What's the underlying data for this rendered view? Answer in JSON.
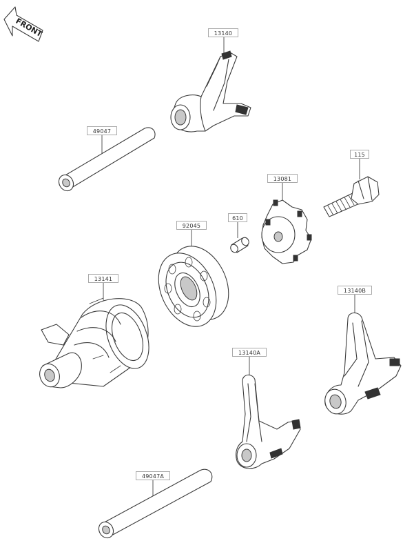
{
  "front_badge": {
    "text": "FRONT"
  },
  "parts": [
    {
      "id": "p13140",
      "number": "13140"
    },
    {
      "id": "p49047",
      "number": "49047"
    },
    {
      "id": "p115",
      "number": "115"
    },
    {
      "id": "p13081",
      "number": "13081"
    },
    {
      "id": "p610",
      "number": "610"
    },
    {
      "id": "p92045",
      "number": "92045"
    },
    {
      "id": "p13141",
      "number": "13141"
    },
    {
      "id": "p13140B",
      "number": "13140B"
    },
    {
      "id": "p13140A",
      "number": "13140A"
    },
    {
      "id": "p49047A",
      "number": "49047A"
    }
  ]
}
